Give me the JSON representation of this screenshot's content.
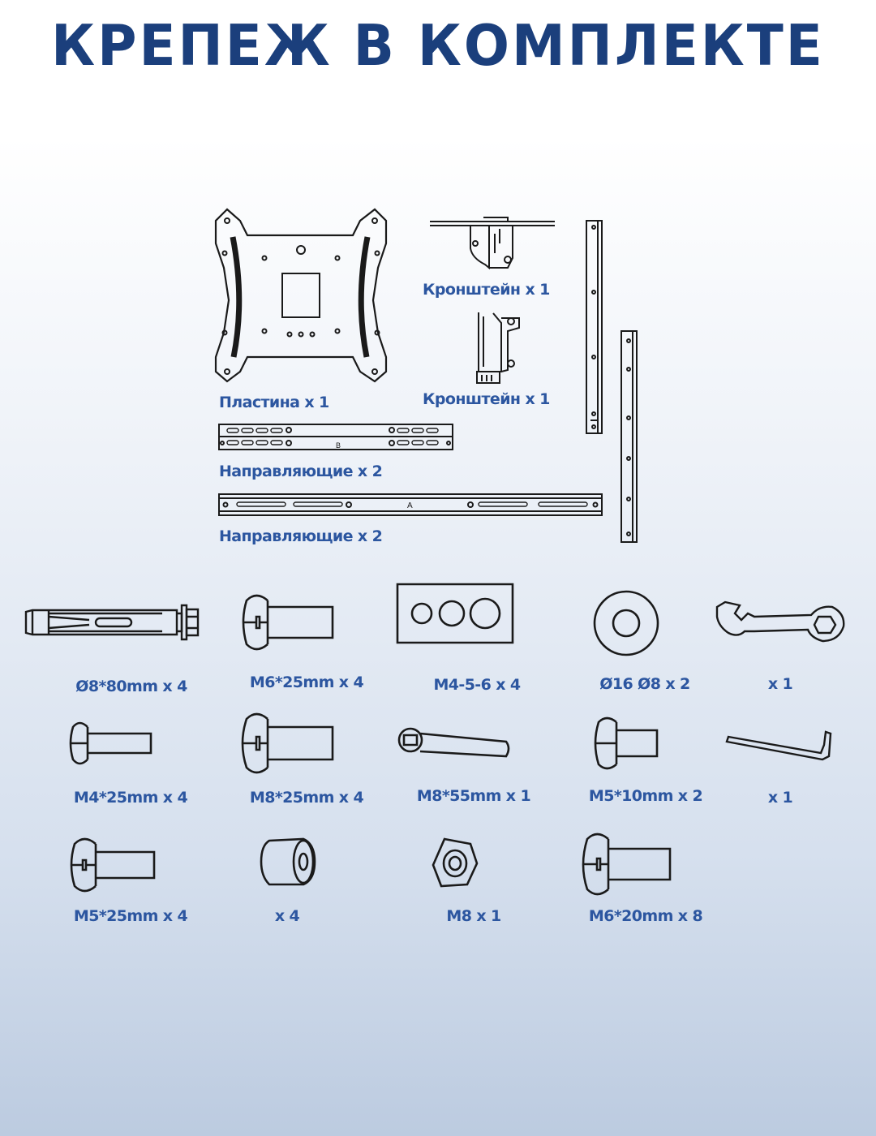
{
  "title": "КРЕПЕЖ В КОМПЛЕКТЕ",
  "colors": {
    "title": "#1b3f7c",
    "label": "#2c56a0",
    "line": "#1a1a1a"
  },
  "parts": [
    {
      "id": "bracket-top",
      "icon": "bracket-icon",
      "label": "Кронштейн x 1"
    },
    {
      "id": "bracket-bottom",
      "icon": "bracket-icon",
      "label": "Кронштейн x 1"
    },
    {
      "id": "plate",
      "icon": "vesa-plate-icon",
      "label": "Пластина x 1"
    },
    {
      "id": "rail-b",
      "icon": "rail-icon",
      "label": "Направляющие  x 2"
    },
    {
      "id": "rail-a",
      "icon": "rail-icon",
      "label": "Направляющие  x 2"
    }
  ],
  "rail_marks": {
    "b": "B",
    "a": "A"
  },
  "fasteners": [
    {
      "id": "anchor-bolt",
      "icon": "anchor-bolt-icon",
      "label": "Ø8*80mm x 4"
    },
    {
      "id": "screw-m6-25",
      "icon": "screw-icon",
      "label": "M6*25mm x 4"
    },
    {
      "id": "spacer-set",
      "icon": "spacer-set-icon",
      "label": "M4-5-6 x 4"
    },
    {
      "id": "washer",
      "icon": "washer-icon",
      "label": "Ø16 Ø8 x 2"
    },
    {
      "id": "wrench",
      "icon": "wrench-icon",
      "label": "x 1"
    },
    {
      "id": "screw-m4-25",
      "icon": "screw-icon",
      "label": "M4*25mm x 4"
    },
    {
      "id": "screw-m8-25",
      "icon": "screw-icon",
      "label": "M8*25mm x 4"
    },
    {
      "id": "bolt-m8-55",
      "icon": "socket-bolt-icon",
      "label": "M8*55mm x 1"
    },
    {
      "id": "screw-m5-10",
      "icon": "screw-icon",
      "label": "M5*10mm x 2"
    },
    {
      "id": "hex-key",
      "icon": "hex-key-icon",
      "label": "x 1"
    },
    {
      "id": "screw-m5-25",
      "icon": "screw-icon",
      "label": "M5*25mm x 4"
    },
    {
      "id": "spacer",
      "icon": "spacer-icon",
      "label": "x 4"
    },
    {
      "id": "nut-m8",
      "icon": "nut-icon",
      "label": "M8 x 1"
    },
    {
      "id": "screw-m6-20",
      "icon": "screw-icon",
      "label": "M6*20mm x 8"
    }
  ]
}
